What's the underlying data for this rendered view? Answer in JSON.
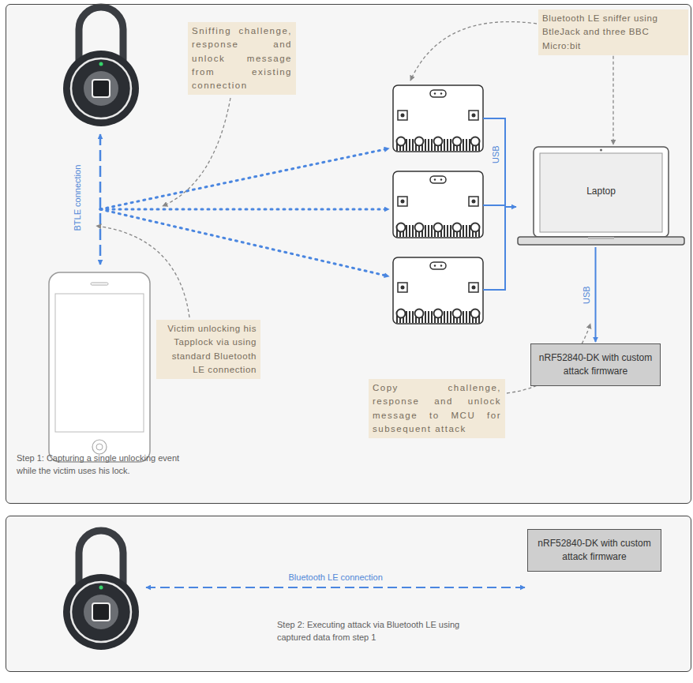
{
  "diagram": {
    "nodes": [
      {
        "text": [
          "Step 1: Capturing a single unlocking event while the victim uses his lock."
        ]
      },
      {
        "text": [
          "Sniffing challenge, response and unlock message from existing connection"
        ],
        "in": 0
      },
      {
        "text": [
          "Bluetooth LE sniffer using BtleJack and three BBC Micro:bit"
        ],
        "in": 0
      },
      {
        "text": [
          "Laptop"
        ],
        "in": 0
      },
      {
        "text": [
          "Victim unlocking his Tapplock via using standard Bluetooth LE connection"
        ],
        "in": 0
      },
      {
        "text": [
          "nRF52840-DK with custom attack firmware"
        ],
        "in": 0
      },
      {
        "text": [
          "Copy challenge, response and unlock message to MCU for subsequent attack"
        ],
        "in": 0
      },
      {
        "text": [
          "Step 2: Executing attack via Bluetooth LE using captured data from step 1"
        ]
      },
      {
        "text": [
          "nRF52840-DK with custom attack firmware"
        ],
        "in": 7
      }
    ],
    "edges": [
      {
        "from": 3,
        "to": 5,
        "arrow": "to",
        "label": "USB"
      },
      {
        "from": 2,
        "to": 3,
        "arrow": "to"
      }
    ],
    "labels": [
      "BTLE connection",
      "USB",
      "Bluetooth LE connection"
    ]
  }
}
